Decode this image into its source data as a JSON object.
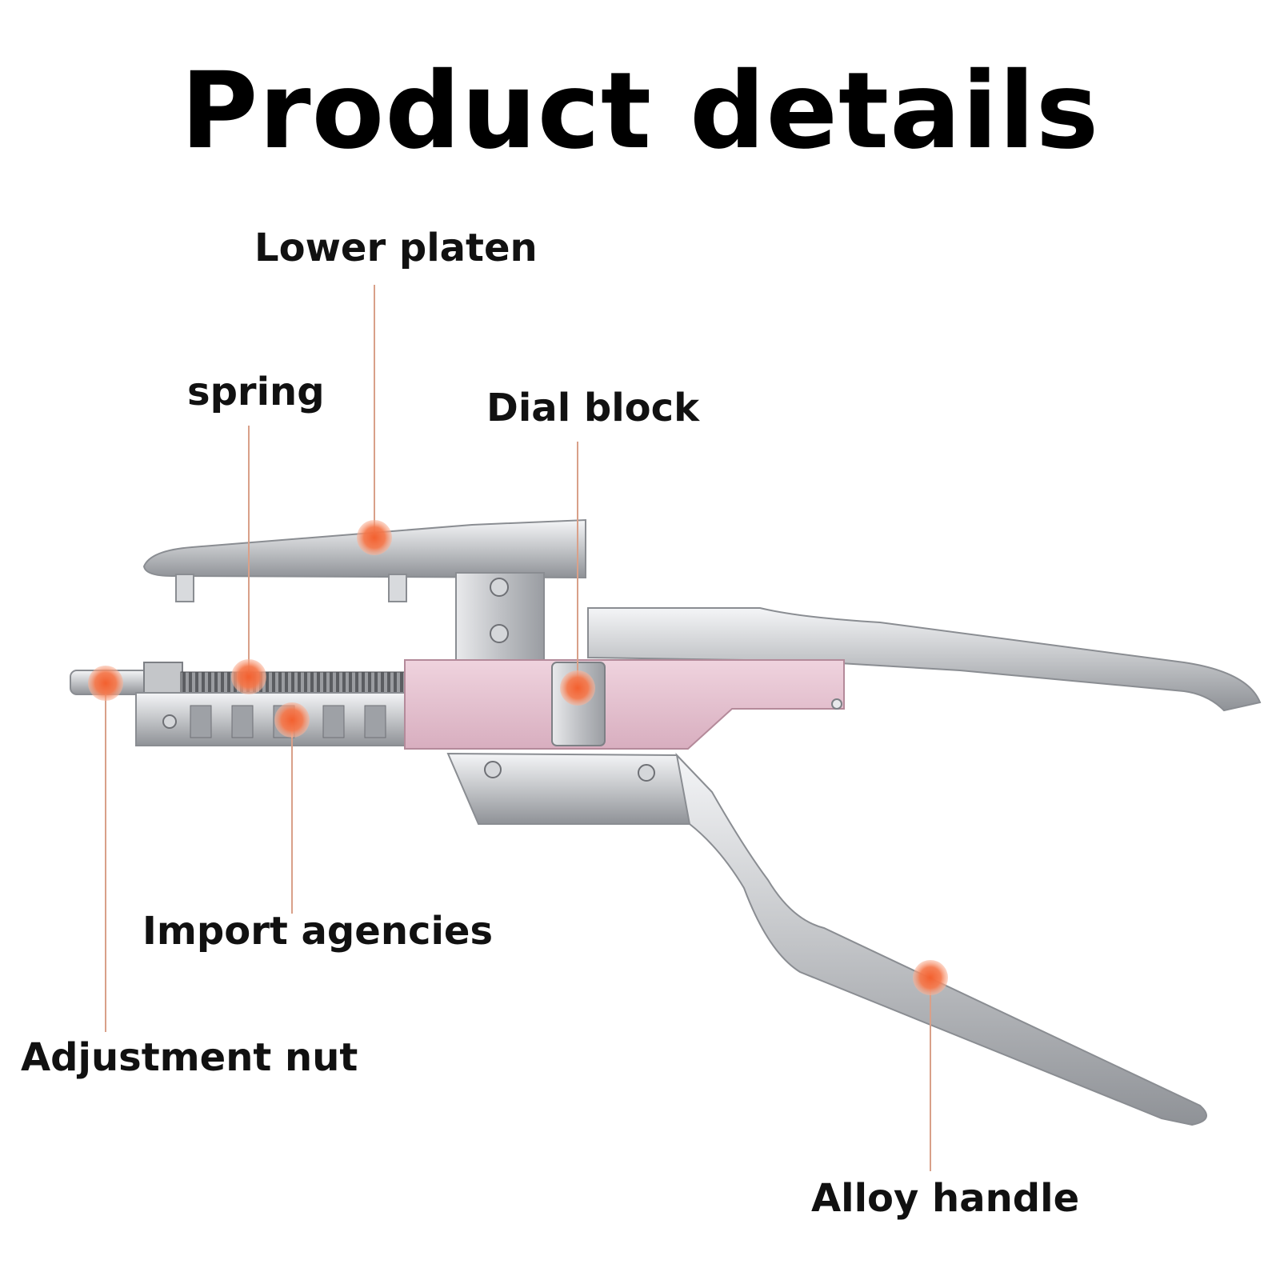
{
  "title": "Product details",
  "labels": {
    "lower_platen": "Lower platen",
    "spring": "spring",
    "dial_block": "Dial block",
    "import_agencies": "Import agencies",
    "adjustment_nut": "Adjustment nut",
    "alloy_handle": "Alloy handle"
  },
  "colors": {
    "marker": "#f26a3d",
    "leader_line": "#d9a089",
    "metal": "#c9cbcf",
    "pink_body": "#e7c5d3"
  }
}
